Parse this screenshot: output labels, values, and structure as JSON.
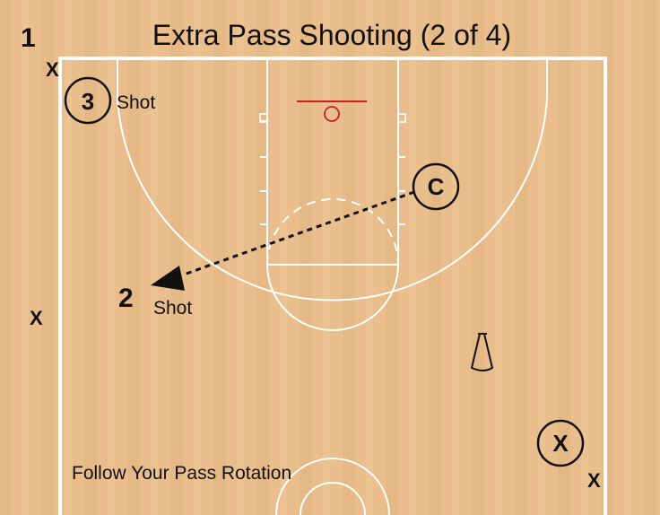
{
  "title": "Extra Pass Shooting (2 of 4)",
  "step": "1",
  "footer": "Follow Your Pass Rotation",
  "colors": {
    "floor": "#e9be8c",
    "lines": "#ffffff",
    "rim": "#c8201e",
    "ink": "#111111"
  },
  "players": {
    "p3": {
      "label": "3",
      "note": "Shot"
    },
    "p2": {
      "label": "2",
      "note": "Shot"
    },
    "coach": {
      "label": "C"
    },
    "defender": {
      "label": "X"
    }
  },
  "x_marks": {
    "top_left": "X",
    "mid_left": "X",
    "bottom_right": "X"
  },
  "icons": {
    "cone": "cone-icon",
    "pass": "dashed-pass-arrow"
  }
}
